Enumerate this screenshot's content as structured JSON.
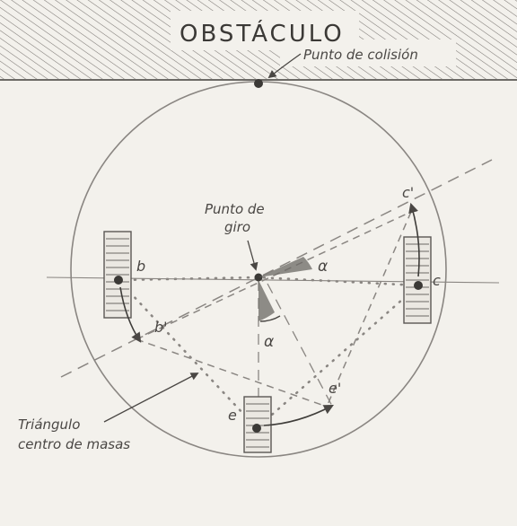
{
  "labels": {
    "obstacle": "OBSTÁCULO",
    "collision_point": "Punto de colisión",
    "pivot_line1": "Punto de",
    "pivot_line2": "giro",
    "triangle_line1": "Triángulo",
    "triangle_line2": "centro de masas",
    "b": "b",
    "b_prime": "b'",
    "c": "c",
    "c_prime": "c'",
    "e": "e",
    "e_prime": "e'",
    "alpha": "α"
  },
  "colors": {
    "paper": "#f3f1ec",
    "pencil": "#4a4744",
    "pencil_light": "#8a8682",
    "shade": "#6b6864"
  }
}
